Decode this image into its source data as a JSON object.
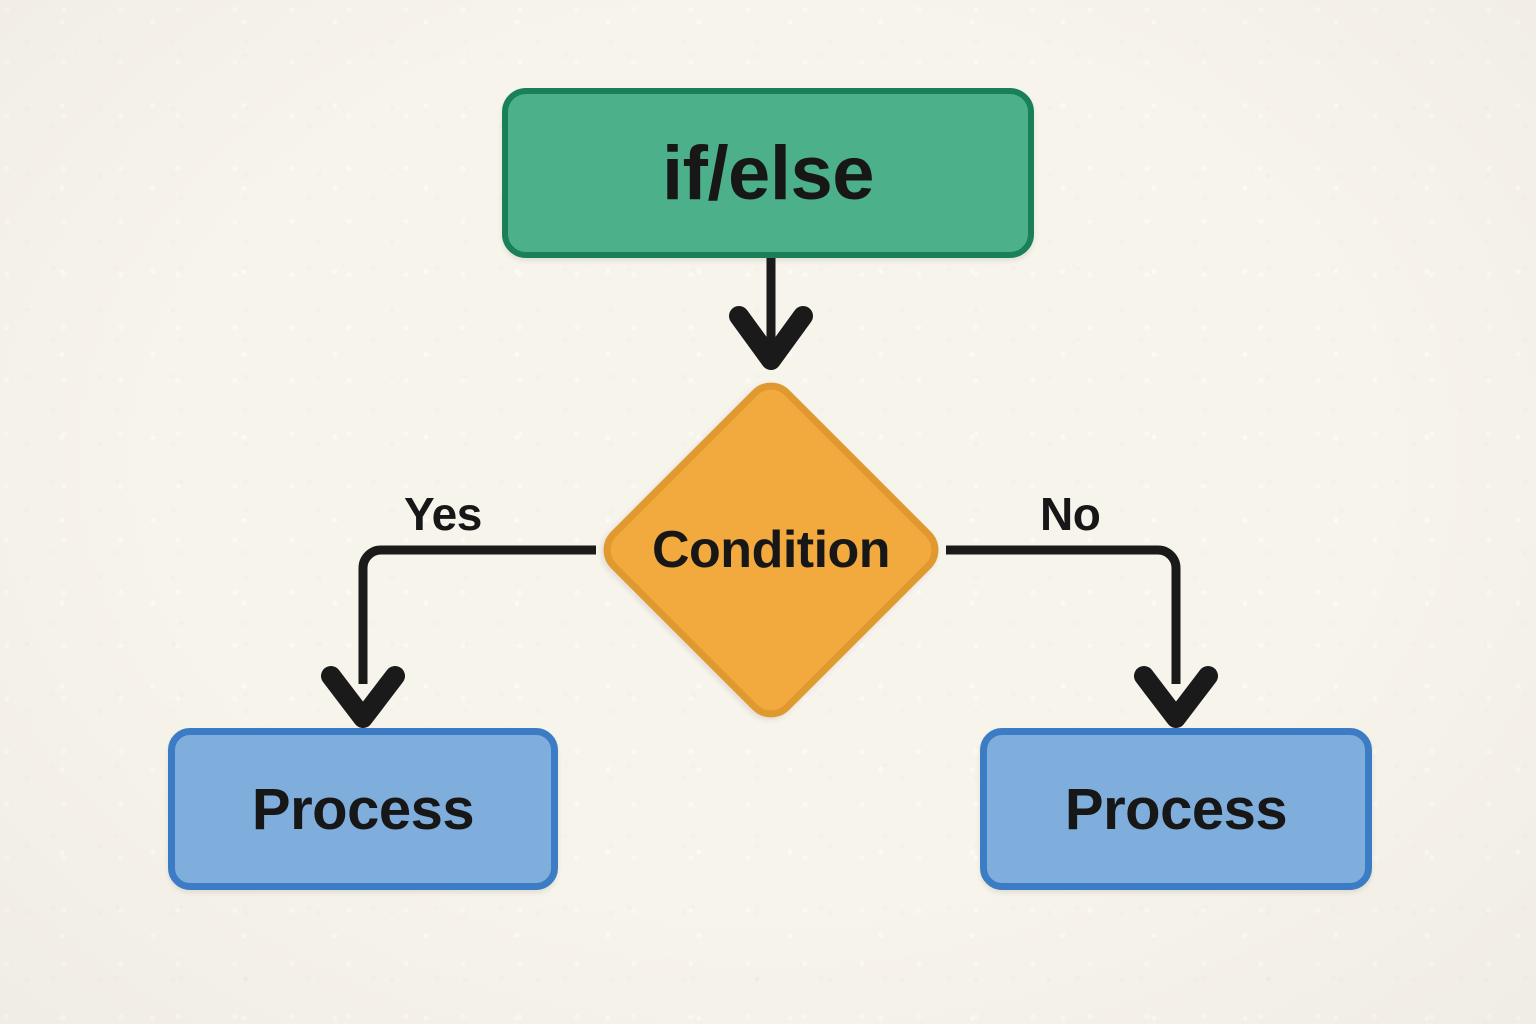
{
  "diagram": {
    "type": "flowchart",
    "title": "if/else",
    "background_color": "#F7F4EC",
    "nodes": [
      {
        "id": "start",
        "label": "if/else",
        "shape": "rounded-rectangle",
        "fill": "#4CB08A",
        "stroke": "#1A8059"
      },
      {
        "id": "decision",
        "label": "Condition",
        "shape": "diamond",
        "fill": "#F2A93D",
        "stroke": "#E0992E"
      },
      {
        "id": "process-yes",
        "label": "Process",
        "shape": "rounded-rectangle",
        "fill": "#7FAEDC",
        "stroke": "#3B7CC4"
      },
      {
        "id": "process-no",
        "label": "Process",
        "shape": "rounded-rectangle",
        "fill": "#7FAEDC",
        "stroke": "#3B7CC4"
      }
    ],
    "edges": [
      {
        "id": "start-to-decision",
        "from": "start",
        "to": "decision",
        "label": "",
        "arrow": "down",
        "color": "#1A1A1A"
      },
      {
        "id": "decision-to-yes",
        "from": "decision",
        "to": "process-yes",
        "label": "Yes",
        "arrow": "elbow-left-down",
        "color": "#1A1A1A"
      },
      {
        "id": "decision-to-no",
        "from": "decision",
        "to": "process-no",
        "label": "No",
        "arrow": "elbow-right-down",
        "color": "#1A1A1A"
      }
    ],
    "labels": {
      "yes": "Yes",
      "no": "No"
    }
  }
}
